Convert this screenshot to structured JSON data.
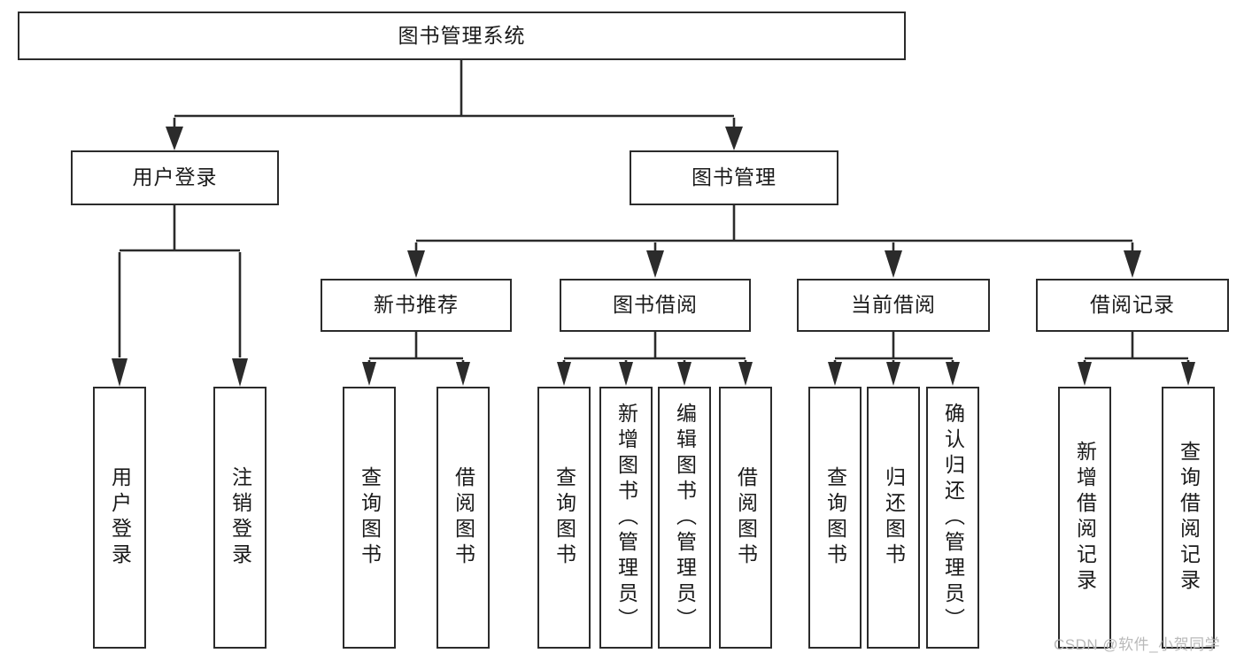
{
  "diagram": {
    "type": "tree",
    "title": "图书管理系统",
    "root": {
      "label": "图书管理系统"
    },
    "level2": [
      {
        "label": "用户登录"
      },
      {
        "label": "图书管理"
      }
    ],
    "level3": [
      {
        "label": "新书推荐"
      },
      {
        "label": "图书借阅"
      },
      {
        "label": "当前借阅"
      },
      {
        "label": "借阅记录"
      }
    ],
    "leaves": {
      "user_login": [
        {
          "label": "用户登录"
        },
        {
          "label": "注销登录"
        }
      ],
      "new_book_recommend": [
        {
          "label": "查询图书"
        },
        {
          "label": "借阅图书"
        }
      ],
      "book_borrow": [
        {
          "label": "查询图书"
        },
        {
          "label": "新增图书（管理员）"
        },
        {
          "label": "编辑图书（管理员）"
        },
        {
          "label": "借阅图书"
        }
      ],
      "current_borrow": [
        {
          "label": "查询图书"
        },
        {
          "label": "归还图书"
        },
        {
          "label": "确认归还（管理员）"
        }
      ],
      "borrow_record": [
        {
          "label": "新增借阅记录"
        },
        {
          "label": "查询借阅记录"
        }
      ]
    }
  },
  "watermark": {
    "text": "CSDN @软件_小贺同学"
  },
  "colors": {
    "border": "#2b2b2b",
    "text": "#1a1a1a",
    "background": "#ffffff",
    "watermark": "#b9b9b9"
  }
}
